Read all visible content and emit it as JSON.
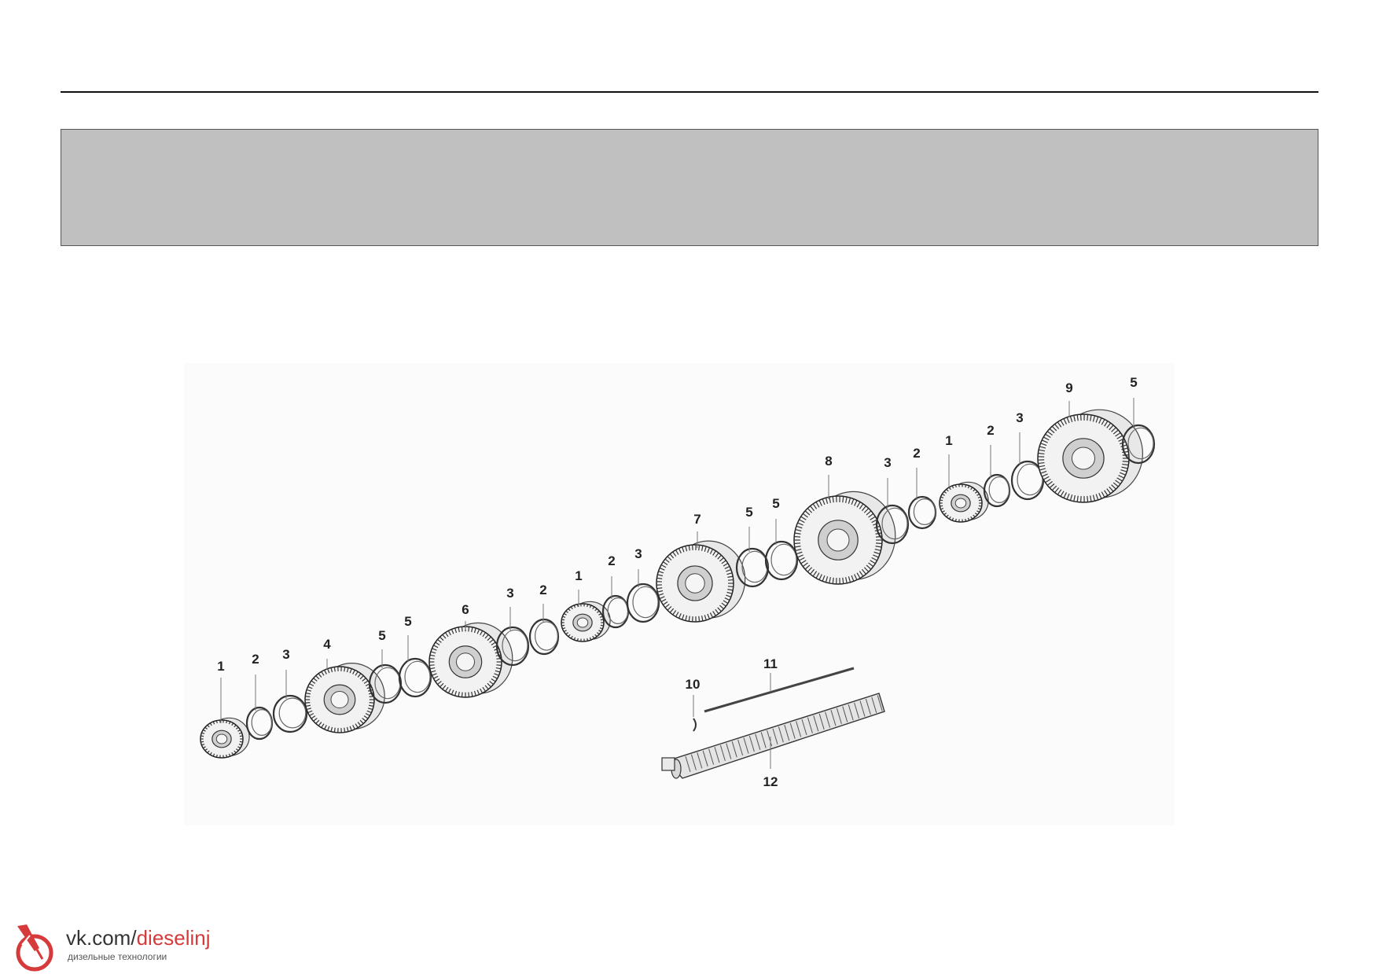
{
  "header": {
    "title": ""
  },
  "diagram": {
    "parts": [
      {
        "id": "p1a",
        "kind": "gear",
        "callout": "1"
      },
      {
        "id": "p2a",
        "kind": "ring",
        "callout": "2"
      },
      {
        "id": "p3a",
        "kind": "ring",
        "callout": "3"
      },
      {
        "id": "p4",
        "kind": "gear",
        "callout": "4"
      },
      {
        "id": "p5a",
        "kind": "ring",
        "callout": "5"
      },
      {
        "id": "p5b",
        "kind": "ring",
        "callout": "5"
      },
      {
        "id": "p6",
        "kind": "gear",
        "callout": "6"
      },
      {
        "id": "p3b",
        "kind": "ring",
        "callout": "3"
      },
      {
        "id": "p2b",
        "kind": "ring",
        "callout": "2"
      },
      {
        "id": "p1b",
        "kind": "gear",
        "callout": "1"
      },
      {
        "id": "p2c",
        "kind": "ring",
        "callout": "2"
      },
      {
        "id": "p3c",
        "kind": "ring",
        "callout": "3"
      },
      {
        "id": "p7",
        "kind": "gear",
        "callout": "7"
      },
      {
        "id": "p5c",
        "kind": "ring",
        "callout": "5"
      },
      {
        "id": "p5d",
        "kind": "ring",
        "callout": "5"
      },
      {
        "id": "p8",
        "kind": "gear",
        "callout": "8"
      },
      {
        "id": "p3d",
        "kind": "ring",
        "callout": "3"
      },
      {
        "id": "p2d",
        "kind": "ring",
        "callout": "2"
      },
      {
        "id": "p1c",
        "kind": "gear",
        "callout": "1"
      },
      {
        "id": "p2e",
        "kind": "ring",
        "callout": "2"
      },
      {
        "id": "p3e",
        "kind": "ring",
        "callout": "3"
      },
      {
        "id": "p9",
        "kind": "gear",
        "callout": "9"
      },
      {
        "id": "p5e",
        "kind": "ring",
        "callout": "5"
      },
      {
        "id": "p10",
        "kind": "clip",
        "callout": "10"
      },
      {
        "id": "p11",
        "kind": "rod",
        "callout": "11"
      },
      {
        "id": "p12",
        "kind": "shaft",
        "callout": "12"
      }
    ]
  },
  "watermark": {
    "url_prefix": "vk.com/",
    "url_accent": "dieselinj",
    "subtitle": "дизельные технологии",
    "logo_icon": "injector-logo-icon",
    "accent_color": "#d63a3a"
  }
}
